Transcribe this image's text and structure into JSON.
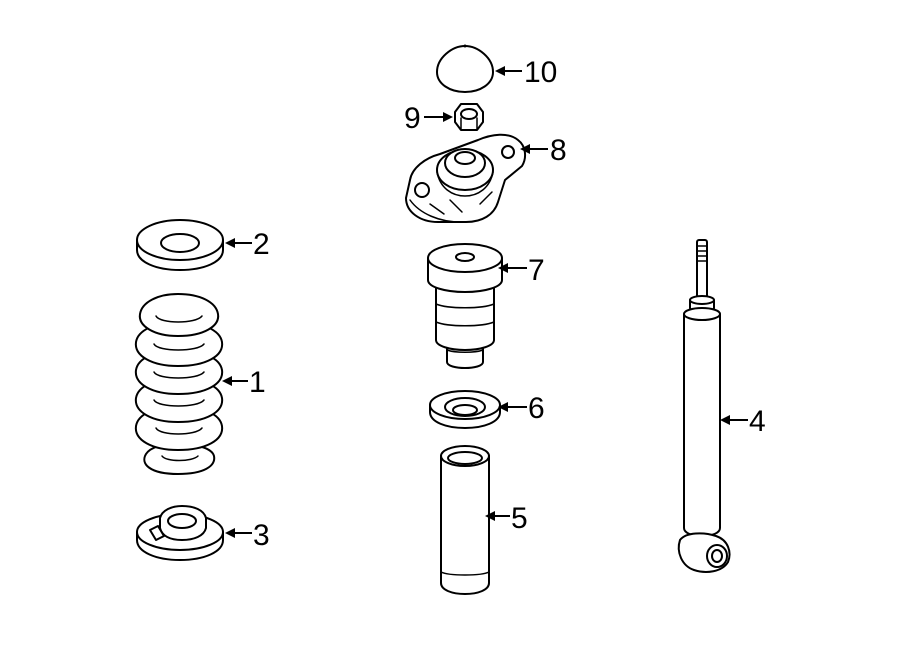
{
  "callouts": {
    "c1": "1",
    "c2": "2",
    "c3": "3",
    "c4": "4",
    "c5": "5",
    "c6": "6",
    "c7": "7",
    "c8": "8",
    "c9": "9",
    "c10": "10"
  },
  "colors": {
    "ink": "#000000",
    "paper": "#ffffff"
  },
  "parts": [
    "coil-spring",
    "upper-spring-seat",
    "lower-spring-insulator",
    "shock-absorber",
    "dust-boot",
    "bump-stop-seat",
    "bump-stop",
    "upper-strut-mount",
    "mount-nut",
    "mount-cap"
  ]
}
